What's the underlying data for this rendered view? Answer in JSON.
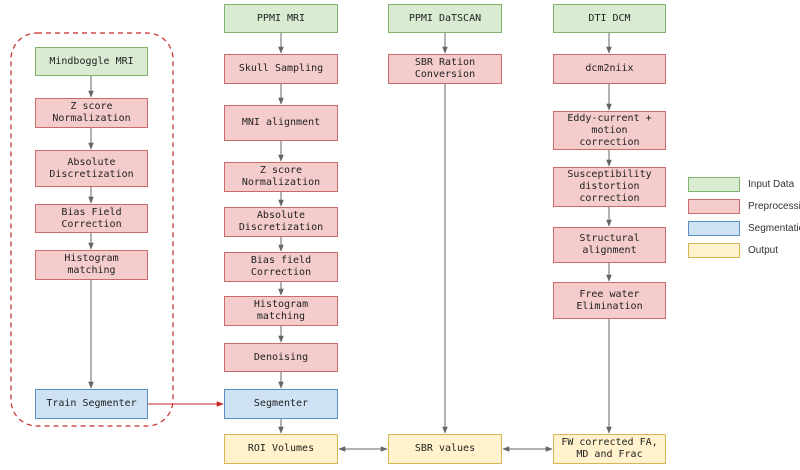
{
  "colors": {
    "input": "#d9ecd2",
    "input_border": "#82b36b",
    "preprocessing": "#f4cccc",
    "preprocessing_border": "#c96b6b",
    "segmentation": "#cfe2f3",
    "segmentation_border": "#5b8ec4",
    "output": "#fff2cc",
    "output_border": "#d6b656",
    "group_outline": "#c62828",
    "arrow": "#666666",
    "highlight_arrow": "#c62828"
  },
  "left_group": {
    "input": "Mindboggle MRI",
    "steps": [
      "Z score\nNormalization",
      "Absolute\nDiscretization",
      "Bias Field\nCorrection",
      "Histogram\nmatching"
    ],
    "segmenter": "Train Segmenter"
  },
  "mri_column": {
    "input": "PPMI MRI",
    "steps": [
      "Skull Sampling",
      "MNI alignment",
      "Z score\nNormalization",
      "Absolute\nDiscretization",
      "Bias field\nCorrection",
      "Histogram\nmatching",
      "Denoising"
    ],
    "segmenter": "Segmenter",
    "output": "ROI Volumes"
  },
  "datscan_column": {
    "input": "PPMI DaTSCAN",
    "steps": [
      "SBR Ration\nConversion"
    ],
    "output": "SBR values"
  },
  "dti_column": {
    "input": "DTI DCM",
    "steps": [
      "dcm2niix",
      "Eddy-current +\nmotion\ncorrection",
      "Susceptibility\ndistortion\ncorrection",
      "Structural\nalignment",
      "Free water\nElimination"
    ],
    "output": "FW corrected FA,\nMD and Frac"
  },
  "legend": [
    {
      "label": "Input Data",
      "kind": "input"
    },
    {
      "label": "Preprocessing",
      "kind": "pre"
    },
    {
      "label": "Segmentation",
      "kind": "seg"
    },
    {
      "label": "Output",
      "kind": "out"
    }
  ]
}
